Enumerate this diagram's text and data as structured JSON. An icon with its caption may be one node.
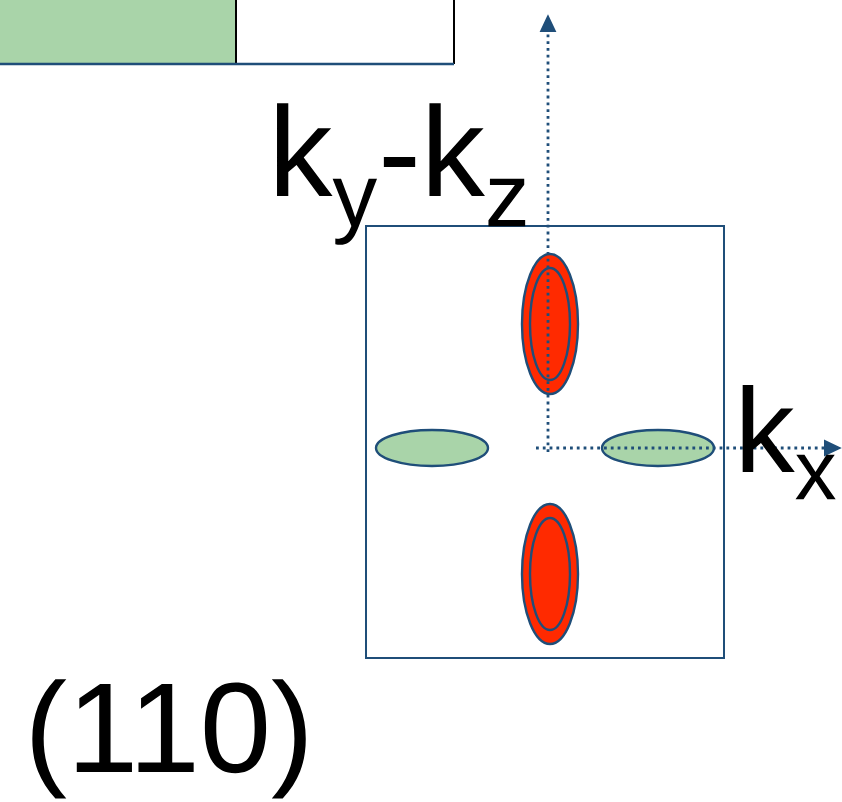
{
  "diagram": {
    "labels": [
      "k$_{y}$-k$_{z}$",
      "k$_{x}$",
      "(110)"
    ]
  }
}
